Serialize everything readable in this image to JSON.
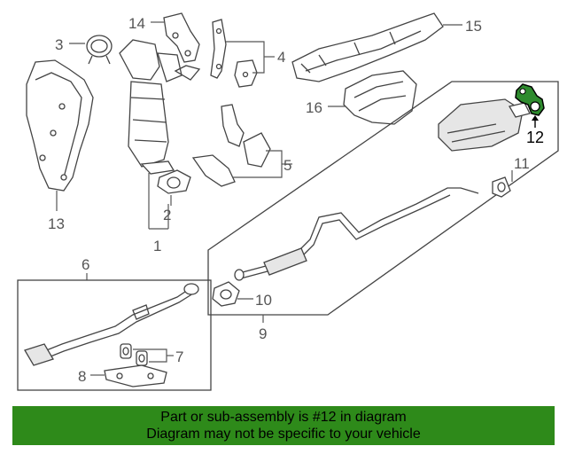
{
  "callouts": {
    "c1": "1",
    "c2": "2",
    "c3": "3",
    "c4": "4",
    "c5": "5",
    "c6": "6",
    "c7": "7",
    "c8": "8",
    "c9": "9",
    "c10": "10",
    "c11": "11",
    "c12": "12",
    "c13": "13",
    "c14": "14",
    "c15": "15",
    "c16": "16"
  },
  "highlight": {
    "part": "12",
    "color": "#2e8b2e"
  },
  "banner": {
    "line1": "Part or sub-assembly is #12 in diagram",
    "line2": "Diagram may not be specific to your vehicle",
    "color": "#2e8a1a"
  }
}
